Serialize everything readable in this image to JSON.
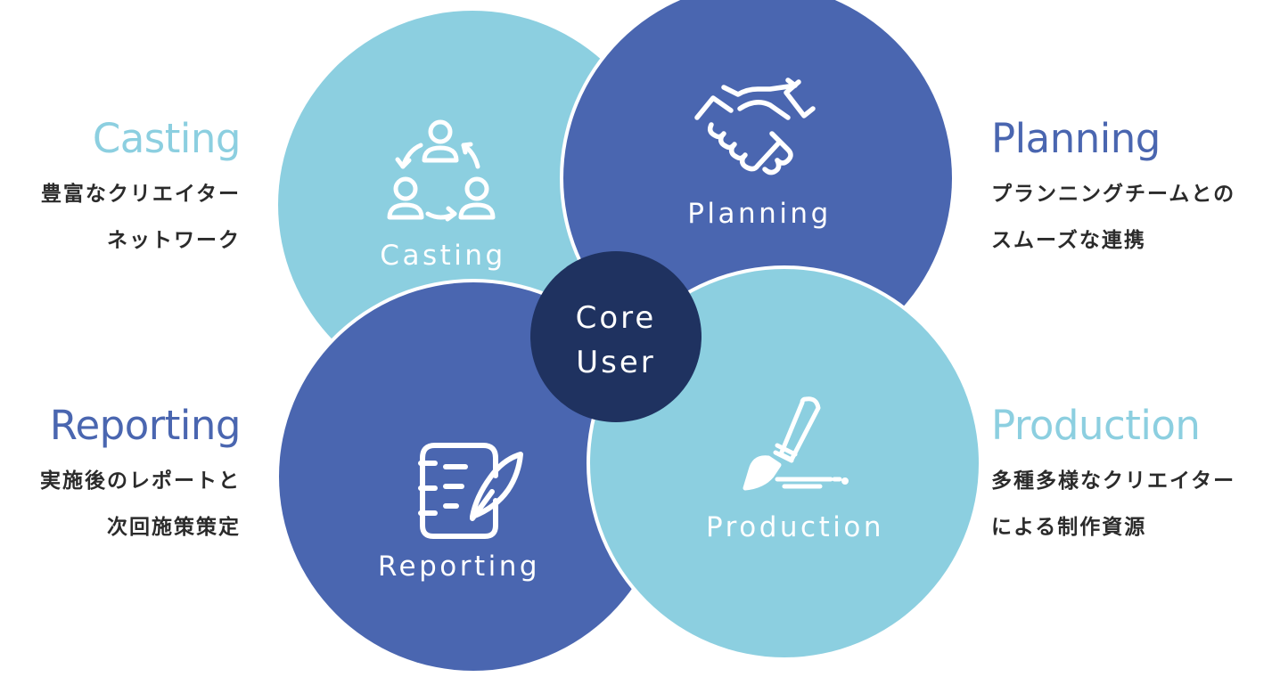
{
  "colors": {
    "light": "#8ccfe0",
    "dark": "#4a66b0",
    "core": "#1f3260",
    "icon": "#ffffff",
    "desc_text": "#2b2b2b"
  },
  "core": {
    "line1": "Core",
    "line2": "User"
  },
  "circles": {
    "casting": {
      "label": "Casting",
      "icon": "people-cycle-icon"
    },
    "planning": {
      "label": "Planning",
      "icon": "handshake-icon"
    },
    "reporting": {
      "label": "Reporting",
      "icon": "notebook-quill-icon"
    },
    "production": {
      "label": "Production",
      "icon": "paintbrush-icon"
    }
  },
  "sides": {
    "casting": {
      "title": "Casting",
      "lines": [
        "豊富なクリエイター",
        "ネットワーク"
      ]
    },
    "planning": {
      "title": "Planning",
      "lines": [
        "プランニングチームとの",
        "スムーズな連携"
      ]
    },
    "reporting": {
      "title": "Reporting",
      "lines": [
        "実施後のレポートと",
        "次回施策策定"
      ]
    },
    "production": {
      "title": "Production",
      "lines": [
        "多種多様なクリエイター",
        "による制作資源"
      ]
    }
  }
}
